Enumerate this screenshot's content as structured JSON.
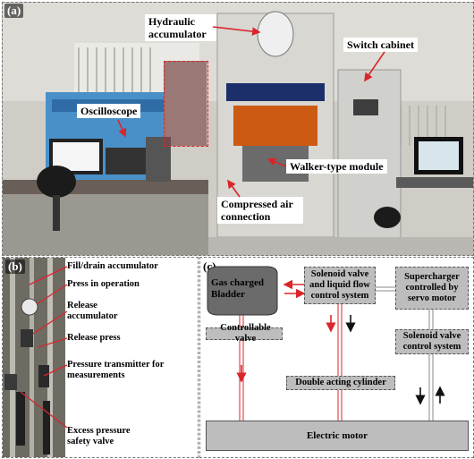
{
  "panel_a": {
    "label": "(a)",
    "annotations": {
      "hydraulic_accumulator": "Hydraulic accumulator",
      "switch_cabinet": "Switch cabinet",
      "oscilloscope": "Oscilloscope",
      "walker_module": "Walker-type  module",
      "compressed_air": "Compressed air connection"
    }
  },
  "panel_b": {
    "label": "(b)",
    "labels": [
      "Fill/drain accumulator",
      "Press in operation",
      "Release accumulator",
      "Release press",
      "Pressure  transmitter for measurements",
      "Excess pressure safety valve"
    ]
  },
  "panel_c": {
    "label": "(c)",
    "bladder": "Gas charged Bladder",
    "solenoid_liquid": "Solenoid valve and liquid flow control system",
    "supercharger": "Supercharger controlled by servo motor",
    "controllable_valve": "Controllable valve",
    "solenoid_control": "Solenoid valve control system",
    "cylinder": "Double acting cylinder",
    "motor": "Electric motor"
  },
  "colors": {
    "accent_red": "#d9262b",
    "box_gray": "#bdbdbd"
  }
}
